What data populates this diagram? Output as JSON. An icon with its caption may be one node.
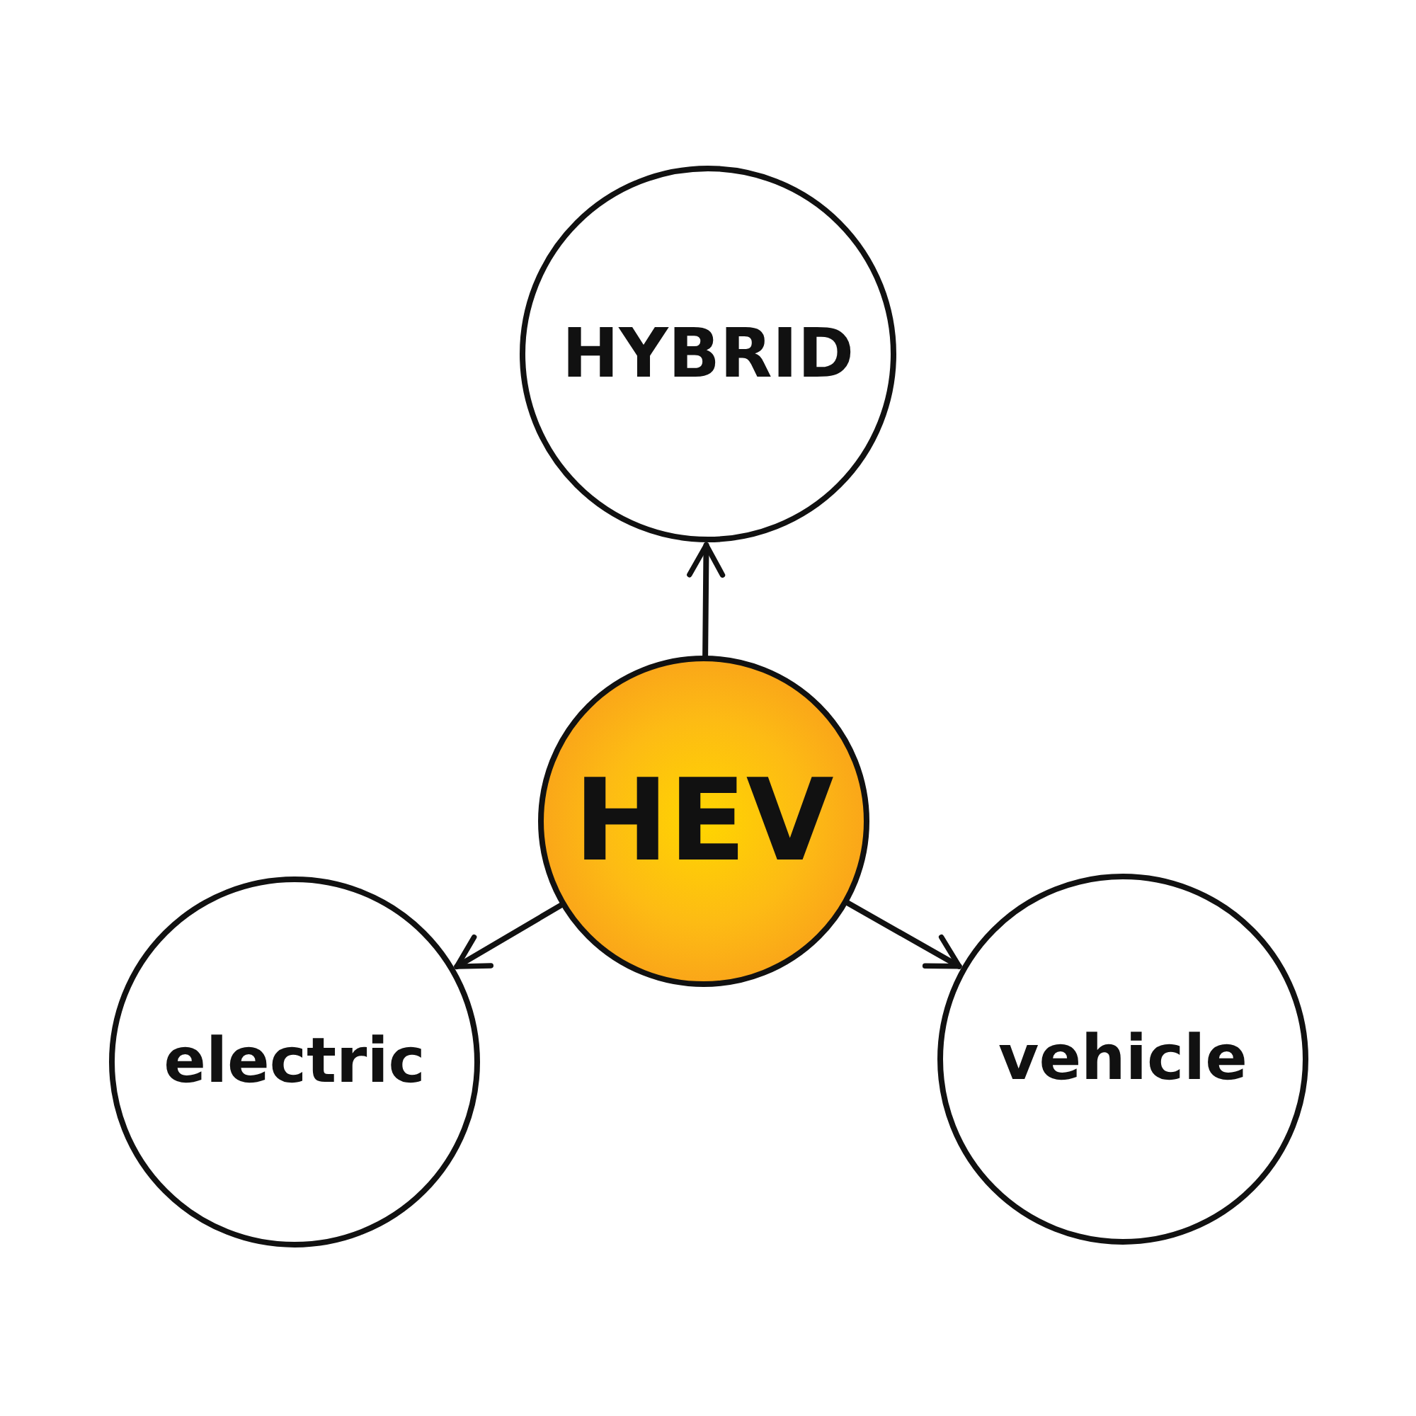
{
  "diagram": {
    "nodes": [
      {
        "text": [
          "HYBRID"
        ]
      },
      {
        "text": [
          "HEV"
        ]
      },
      {
        "text": [
          "electric"
        ]
      },
      {
        "text": [
          "vehicle"
        ]
      }
    ],
    "edges": [
      {
        "from": 1,
        "to": 0,
        "arrow": "to"
      },
      {
        "from": 1,
        "to": 2,
        "arrow": "to"
      },
      {
        "from": 1,
        "to": 3,
        "arrow": "to"
      }
    ]
  }
}
